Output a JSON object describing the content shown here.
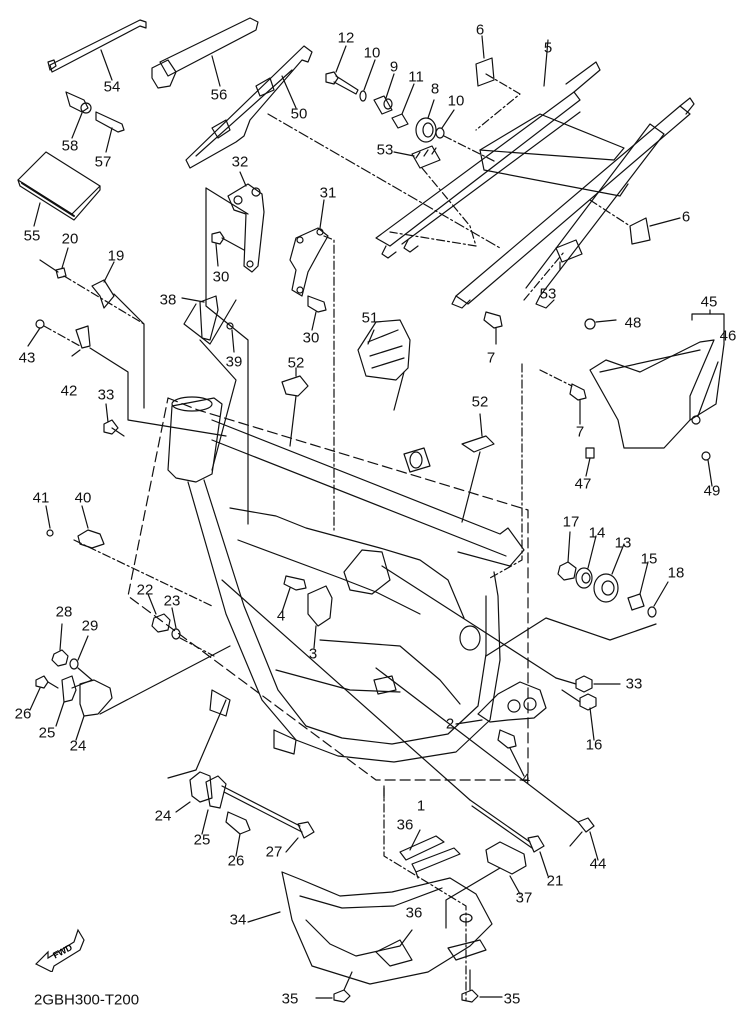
{
  "diagram": {
    "title": "Frame exploded parts diagram",
    "drawing_code": "2GBH300-T200",
    "direction_badge": "FWD",
    "callouts": [
      {
        "id": "c12",
        "text": "12"
      },
      {
        "id": "c10a",
        "text": "10"
      },
      {
        "id": "c9",
        "text": "9"
      },
      {
        "id": "c11",
        "text": "11"
      },
      {
        "id": "c8",
        "text": "8"
      },
      {
        "id": "c10b",
        "text": "10"
      },
      {
        "id": "c6a",
        "text": "6"
      },
      {
        "id": "c5",
        "text": "5"
      },
      {
        "id": "c6b",
        "text": "6"
      },
      {
        "id": "c54",
        "text": "54"
      },
      {
        "id": "c56",
        "text": "56"
      },
      {
        "id": "c50",
        "text": "50"
      },
      {
        "id": "c58",
        "text": "58"
      },
      {
        "id": "c57",
        "text": "57"
      },
      {
        "id": "c55",
        "text": "55"
      },
      {
        "id": "c53a",
        "text": "53"
      },
      {
        "id": "c53b",
        "text": "53"
      },
      {
        "id": "c32",
        "text": "32"
      },
      {
        "id": "c31",
        "text": "31"
      },
      {
        "id": "c30a",
        "text": "30"
      },
      {
        "id": "c30b",
        "text": "30"
      },
      {
        "id": "c20",
        "text": "20"
      },
      {
        "id": "c19",
        "text": "19"
      },
      {
        "id": "c38",
        "text": "38"
      },
      {
        "id": "c39",
        "text": "39"
      },
      {
        "id": "c51",
        "text": "51"
      },
      {
        "id": "c48",
        "text": "48"
      },
      {
        "id": "c45",
        "text": "45"
      },
      {
        "id": "c46",
        "text": "46"
      },
      {
        "id": "c43",
        "text": "43"
      },
      {
        "id": "c42",
        "text": "42"
      },
      {
        "id": "c7a",
        "text": "7"
      },
      {
        "id": "c7b",
        "text": "7"
      },
      {
        "id": "c52a",
        "text": "52"
      },
      {
        "id": "c52b",
        "text": "52"
      },
      {
        "id": "c33a",
        "text": "33"
      },
      {
        "id": "c47",
        "text": "47"
      },
      {
        "id": "c49",
        "text": "49"
      },
      {
        "id": "c41",
        "text": "41"
      },
      {
        "id": "c40",
        "text": "40"
      },
      {
        "id": "c17",
        "text": "17"
      },
      {
        "id": "c14",
        "text": "14"
      },
      {
        "id": "c13",
        "text": "13"
      },
      {
        "id": "c15",
        "text": "15"
      },
      {
        "id": "c18",
        "text": "18"
      },
      {
        "id": "c22",
        "text": "22"
      },
      {
        "id": "c23",
        "text": "23"
      },
      {
        "id": "c4a",
        "text": "4"
      },
      {
        "id": "c3",
        "text": "3"
      },
      {
        "id": "c28",
        "text": "28"
      },
      {
        "id": "c29",
        "text": "29"
      },
      {
        "id": "c33b",
        "text": "33"
      },
      {
        "id": "c26a",
        "text": "26"
      },
      {
        "id": "c25a",
        "text": "25"
      },
      {
        "id": "c24a",
        "text": "24"
      },
      {
        "id": "c2",
        "text": "2"
      },
      {
        "id": "c16",
        "text": "16"
      },
      {
        "id": "c4b",
        "text": "4"
      },
      {
        "id": "c1",
        "text": "1"
      },
      {
        "id": "c24b",
        "text": "24"
      },
      {
        "id": "c25b",
        "text": "25"
      },
      {
        "id": "c26b",
        "text": "26"
      },
      {
        "id": "c27",
        "text": "27"
      },
      {
        "id": "c36a",
        "text": "36"
      },
      {
        "id": "c36b",
        "text": "36"
      },
      {
        "id": "c37",
        "text": "37"
      },
      {
        "id": "c21",
        "text": "21"
      },
      {
        "id": "c44",
        "text": "44"
      },
      {
        "id": "c34",
        "text": "34"
      },
      {
        "id": "c35a",
        "text": "35"
      },
      {
        "id": "c35b",
        "text": "35"
      }
    ]
  }
}
